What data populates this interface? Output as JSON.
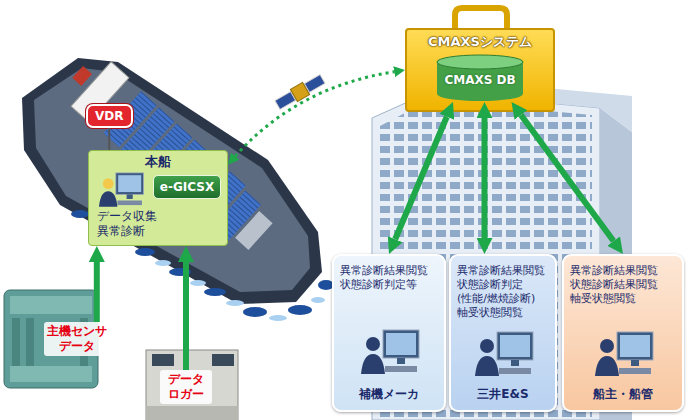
{
  "diagram": {
    "nodes": [
      {
        "text": [
          "VDR"
        ]
      },
      {
        "text": [
          "本船",
          "データ収集 異常診断"
        ]
      },
      {
        "text": [
          "e-GICSX"
        ],
        "in": 1
      },
      {
        "text": [
          "主機センサ データ"
        ]
      },
      {
        "text": [
          "データ ロガー"
        ]
      },
      {
        "text": [
          "CMAXSシステム"
        ]
      },
      {
        "text": [
          "CMAXS DB"
        ],
        "in": 5
      },
      {
        "text": [
          "異常診断結果閲覧 状態診断判定等",
          "補機メーカ"
        ]
      },
      {
        "text": [
          "異常診断結果閲覧 状態診断判定 (性能/燃焼診断) 軸受状態閲覧",
          "三井E&S"
        ]
      },
      {
        "text": [
          "異常診断結果閲覧 状態診断結果閲覧 軸受状態閲覧",
          "船主・船管"
        ]
      }
    ],
    "edges": [
      {
        "from": 0,
        "to": 1,
        "arrow": "none"
      },
      {
        "from": 3,
        "to": 1,
        "arrow": "to"
      },
      {
        "from": 4,
        "to": 1,
        "arrow": "to"
      },
      {
        "from": 1,
        "to": 5,
        "arrow": "both"
      },
      {
        "from": 6,
        "to": 7,
        "arrow": "both"
      },
      {
        "from": 6,
        "to": 8,
        "arrow": "both"
      },
      {
        "from": 6,
        "to": 9,
        "arrow": "both"
      }
    ]
  }
}
